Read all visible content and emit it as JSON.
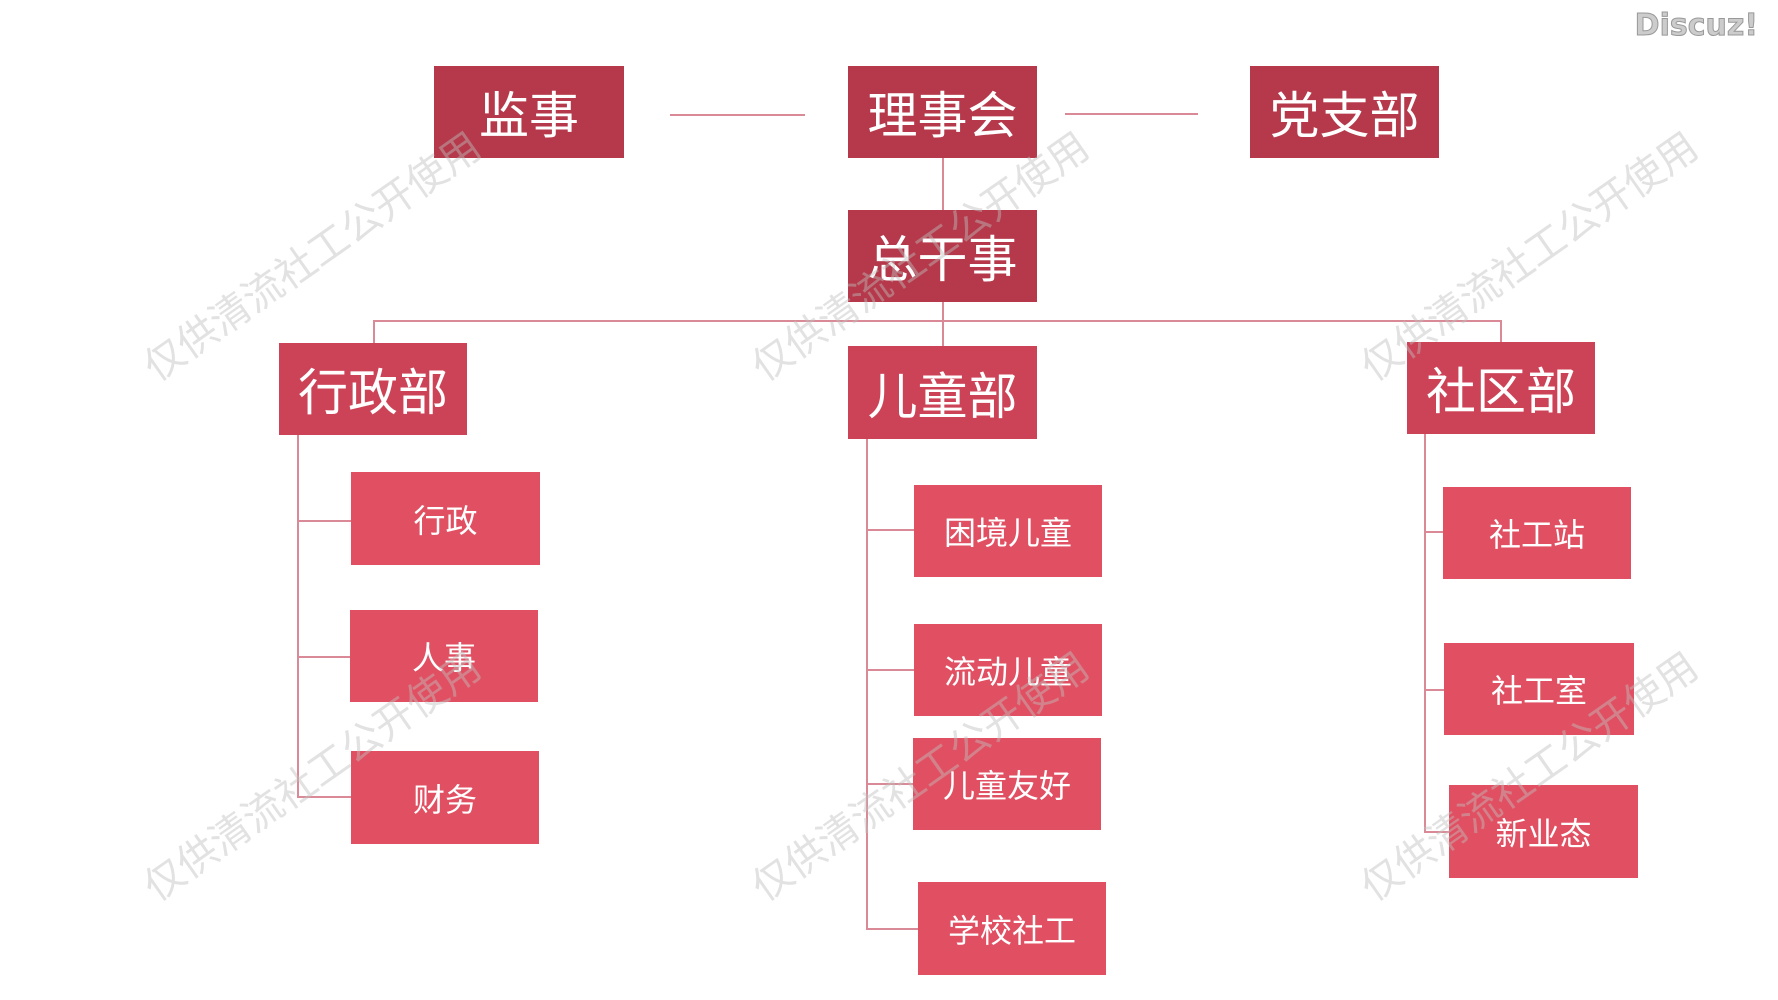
{
  "logo": "Discuz!",
  "watermark": "仅供清流社工公开使用",
  "top_row": {
    "supervisor": "监事",
    "board": "理事会",
    "party_branch": "党支部"
  },
  "secretary_general": "总干事",
  "departments": [
    {
      "name": "行政部",
      "units": [
        "行政",
        "人事",
        "财务"
      ]
    },
    {
      "name": "儿童部",
      "units": [
        "困境儿童",
        "流动儿童",
        "儿童友好",
        "学校社工"
      ]
    },
    {
      "name": "社区部",
      "units": [
        "社工站",
        "社工室",
        "新业态"
      ]
    }
  ],
  "colors": {
    "top": "#b5394a",
    "dept": "#cc4357",
    "unit": "#e15062",
    "line": "#d98a96"
  }
}
